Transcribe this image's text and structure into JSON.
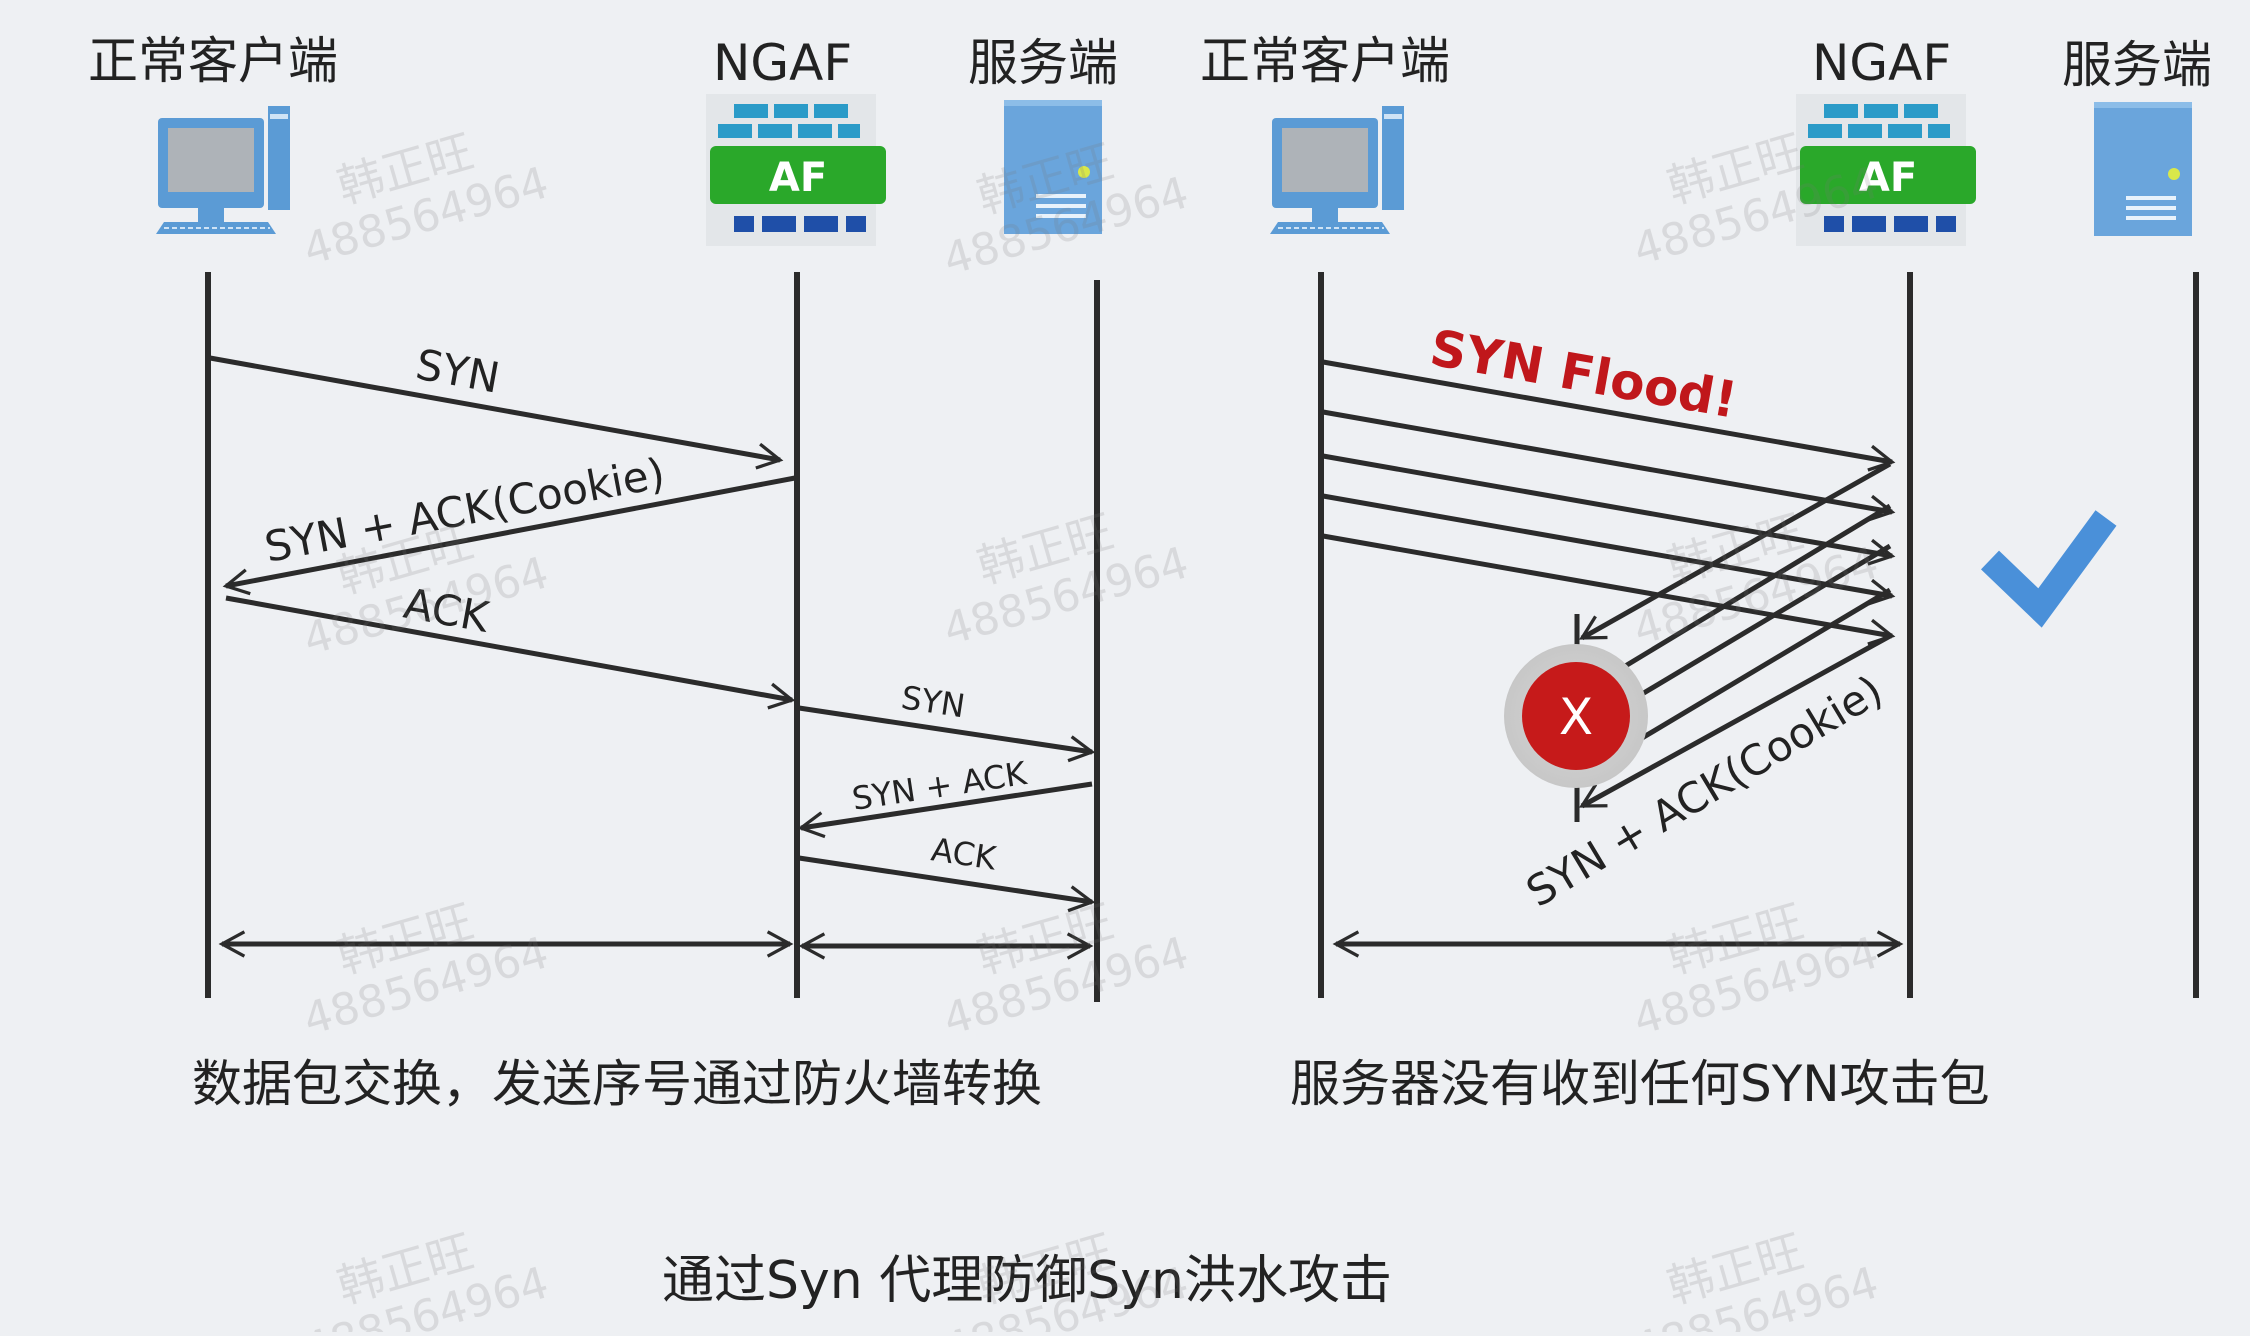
{
  "left_panel": {
    "client_label": "正常客户端",
    "firewall_label": "NGAF",
    "server_label": "服务端",
    "firewall_badge": "AF",
    "msg_syn_1": "SYN",
    "msg_synack_cookie": "SYN + ACK(Cookie)",
    "msg_ack_1": "ACK",
    "msg_syn_2": "SYN",
    "msg_synack_2": "SYN + ACK",
    "msg_ack_2": "ACK",
    "caption": "数据包交换，发送序号通过防火墙转换"
  },
  "right_panel": {
    "client_label": "正常客户端",
    "firewall_label": "NGAF",
    "server_label": "服务端",
    "firewall_badge": "AF",
    "flood_label": "SYN Flood!",
    "reply_label": "SYN + ACK(Cookie)",
    "blocked_mark": "X",
    "caption": "服务器没有收到任何SYN攻击包"
  },
  "footer_title": "通过Syn 代理防御Syn洪水攻击",
  "watermark": "韩正旺 488564964",
  "colors": {
    "background": "#eef0f3",
    "line": "#2b2b2b",
    "flood_text": "#c0171b",
    "firewall_green": "#2aa82a",
    "firewall_teal": "#2b9bc8",
    "server_blue": "#6aa5dc",
    "check_blue": "#4a90d9",
    "block_red": "#c61a1a"
  }
}
